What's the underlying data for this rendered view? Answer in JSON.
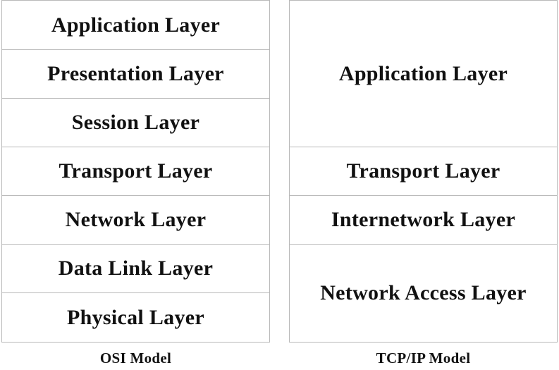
{
  "osi": {
    "title": "OSI Model",
    "layers": [
      "Application Layer",
      "Presentation Layer",
      "Session Layer",
      "Transport Layer",
      "Network Layer",
      "Data Link Layer",
      "Physical Layer"
    ]
  },
  "tcpip": {
    "title": "TCP/IP Model",
    "layers": [
      "Application Layer",
      "Transport Layer",
      "Internetwork Layer",
      "Network Access Layer"
    ]
  }
}
